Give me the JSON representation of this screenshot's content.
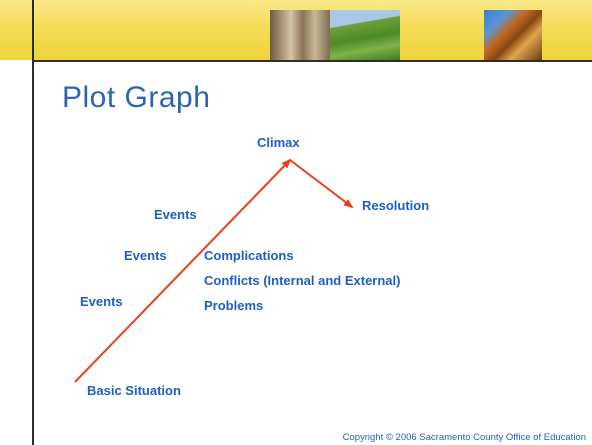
{
  "title": "Plot Graph",
  "nodes": {
    "climax": "Climax",
    "resolution": "Resolution",
    "basic_situation": "Basic Situation"
  },
  "events": [
    "Events",
    "Events",
    "Events"
  ],
  "rising_action_notes": [
    "Complications",
    "Conflicts (Internal and External)",
    "Problems"
  ],
  "footer": {
    "copyright": "Copyright © 2006 Sacramento County Office of Education"
  },
  "colors": {
    "header_band": "#f4dc57",
    "title": "#2c64b4",
    "label": "#1f5fbf",
    "arrow": "#e8401a",
    "rule": "#2e2e2e"
  }
}
